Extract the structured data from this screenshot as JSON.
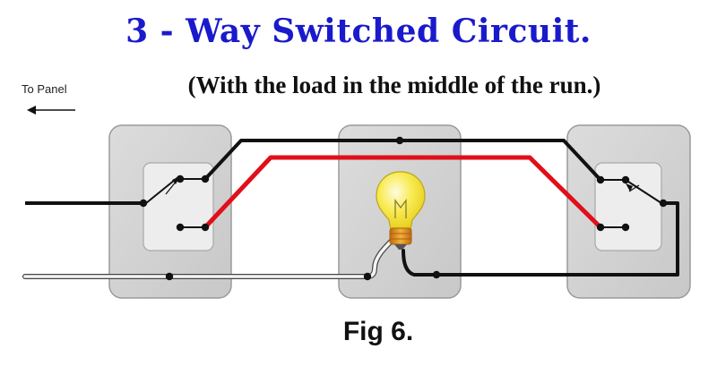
{
  "title": "3 - Way Switched Circuit.",
  "subtitle": "(With the load in the middle of the run.)",
  "panel_label": "To Panel",
  "figure_label": "Fig 6.",
  "colors": {
    "title": "#1a1acc",
    "hot_wire": "#e0101a",
    "black_wire": "#111111",
    "neutral_wire": "#f4f4f4",
    "box_fill": "#d4d4d4",
    "bulb": "#f5e43a",
    "bulb_base": "#e69a1a"
  },
  "components": {
    "left_switch": "3-way-switch",
    "center_box": "light-fixture",
    "right_switch": "3-way-switch",
    "bulb": "lightbulb-icon"
  }
}
